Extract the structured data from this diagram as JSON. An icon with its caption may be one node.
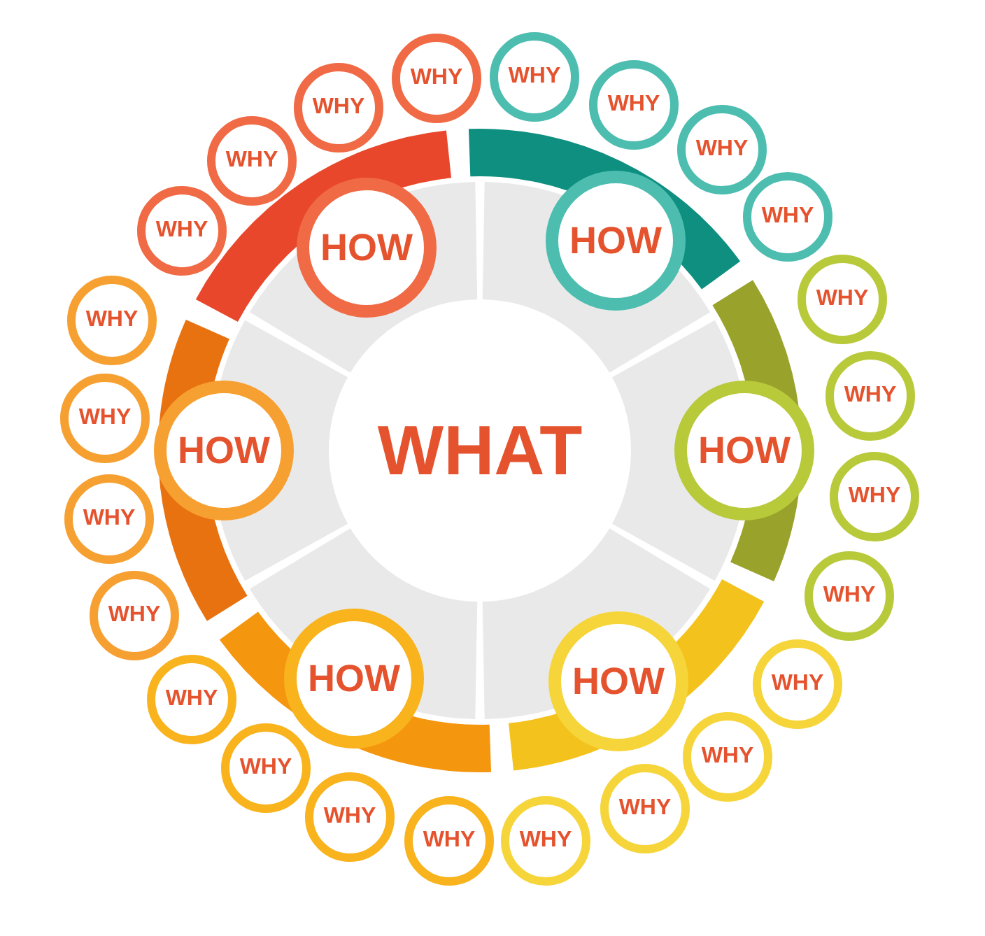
{
  "diagram": {
    "nodes": [
      {
        "text": [
          "WHAT"
        ]
      },
      {
        "text": [
          "HOW"
        ]
      },
      {
        "text": [
          "HOW"
        ]
      },
      {
        "text": [
          "HOW"
        ]
      },
      {
        "text": [
          "HOW"
        ]
      },
      {
        "text": [
          "HOW"
        ]
      },
      {
        "text": [
          "HOW"
        ]
      },
      {
        "text": [
          "WHY"
        ]
      },
      {
        "text": [
          "WHY"
        ]
      },
      {
        "text": [
          "WHY"
        ]
      },
      {
        "text": [
          "WHY"
        ]
      },
      {
        "text": [
          "WHY"
        ]
      },
      {
        "text": [
          "WHY"
        ]
      },
      {
        "text": [
          "WHY"
        ]
      },
      {
        "text": [
          "WHY"
        ]
      },
      {
        "text": [
          "WHY"
        ]
      },
      {
        "text": [
          "WHY"
        ]
      },
      {
        "text": [
          "WHY"
        ]
      },
      {
        "text": [
          "WHY"
        ]
      },
      {
        "text": [
          "WHY"
        ]
      },
      {
        "text": [
          "WHY"
        ]
      },
      {
        "text": [
          "WHY"
        ]
      },
      {
        "text": [
          "WHY"
        ]
      },
      {
        "text": [
          "WHY"
        ]
      },
      {
        "text": [
          "WHY"
        ]
      },
      {
        "text": [
          "WHY"
        ]
      },
      {
        "text": [
          "WHY"
        ]
      },
      {
        "text": [
          "WHY"
        ]
      },
      {
        "text": [
          "WHY"
        ]
      },
      {
        "text": [
          "WHY"
        ]
      },
      {
        "text": [
          "WHY"
        ]
      }
    ],
    "edges": []
  }
}
